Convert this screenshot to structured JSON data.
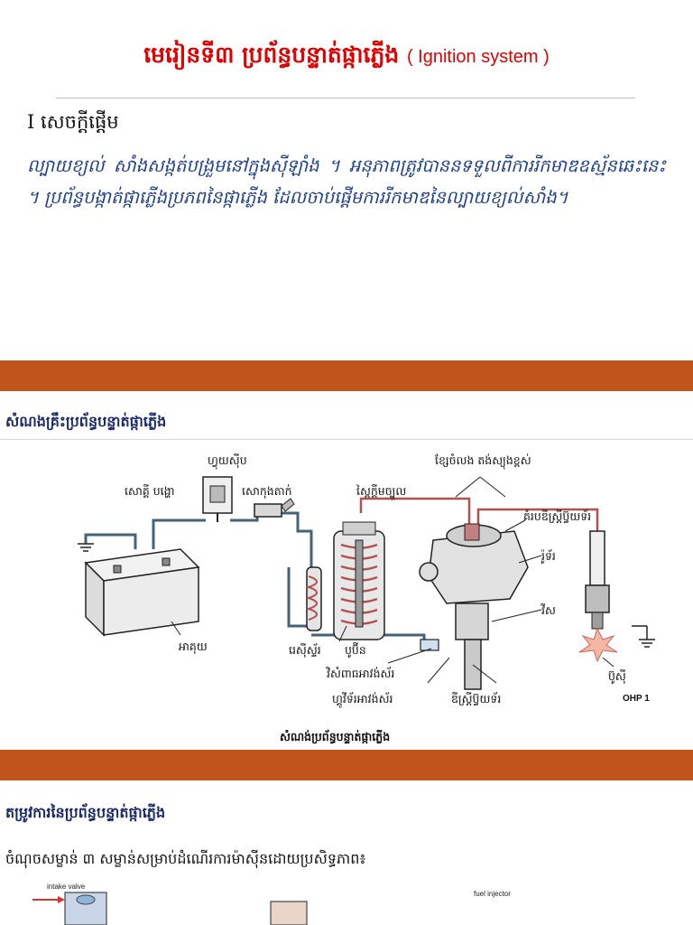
{
  "slide1": {
    "title_km": "មេរៀនទី៣ ប្រព័ន្ធបន្ទាត់ផ្កាភ្លើង",
    "title_en": "( Ignition system )",
    "section_heading": "I សេចក្តីផ្តើម",
    "intro_text": "ល្បាយខ្យល់ សាំងសង្កត់បង្រួមនៅក្នុងស៊ីឡាំង ។ អនុភាពត្រូវបាននទទួលពីការរីកមាឌឧស្ម័នឆេះនេះ ។ ប្រព័ន្ធបង្កាត់ផ្កាភ្លើងប្រភពនៃផ្កាភ្លើង ដែលចាប់ផ្តើមការរីកមាឌនៃល្បាយខ្យល់សាំង។"
  },
  "slide2": {
    "heading": "សំណងគ្រឹះប្រព័ន្ធបន្ទាត់ផ្កាភ្លើង",
    "labels": {
      "fuse": "ហ្វុយស៊ីប",
      "switch": "សោគ្គី បង្ហោ",
      "resistor_label": "សោកុងតាក់",
      "hv_wire": "ខ្សែចំលង តង់ស្យុងខ្ពស់",
      "coil_top": "ស្ពៃក្តីមច្បួល",
      "rotor_cap": "គំរបឌីស្ត្រីប៊្វយទ័រ",
      "rotor": "រ៉ូទ័រ",
      "cam": "វីស",
      "battery": "អាគុយ",
      "resistor": "រេស៊ីស្ទ័រ",
      "coil": "បូប៊ីន",
      "vacuum": "វិសំពាធអាវង់ស័រ",
      "governor": "ហ្គូវីទ័រអាវង់ស័រ",
      "distributor": "ឌីស្ត្រីប៊្វយទ័រ",
      "spark_plug": "ប៊ូស៊ី",
      "ohp": "OHP 1"
    },
    "caption": "សំណង់ប្រព័ន្ធបន្ទាត់ផ្កាភ្លើង"
  },
  "slide3": {
    "heading": "តម្រូវការនៃប្រព័ន្ធបន្ទាត់ផ្កាភ្លើង",
    "text": "ចំណុចសម្ខាន់ ៣ សម្ខាន់សម្រាប់ដំណើរការម៉ាស៊ីនដោយប្រសិទ្ធភាព៖",
    "intake_label": "intake valve",
    "injector_label": "fuel injector"
  }
}
